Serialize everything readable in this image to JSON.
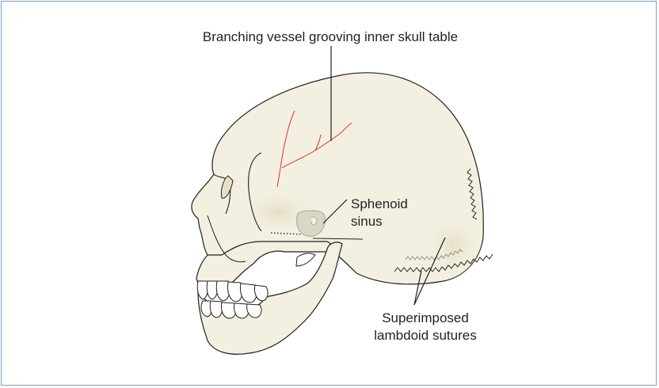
{
  "labels": {
    "vessel": "Branching vessel grooving inner skull table",
    "sphenoid_line1": "Sphenoid",
    "sphenoid_line2": "sinus",
    "lambdoid_line1": "Superimposed",
    "lambdoid_line2": "lambdoid sutures"
  },
  "colors": {
    "frame": "#7e9bc2",
    "bone": "#f3f0e1",
    "bone_shadow": "#e6dfc6",
    "outline": "#231f20",
    "vessel": "#e0322c",
    "sinus": "#d9d6c6"
  }
}
